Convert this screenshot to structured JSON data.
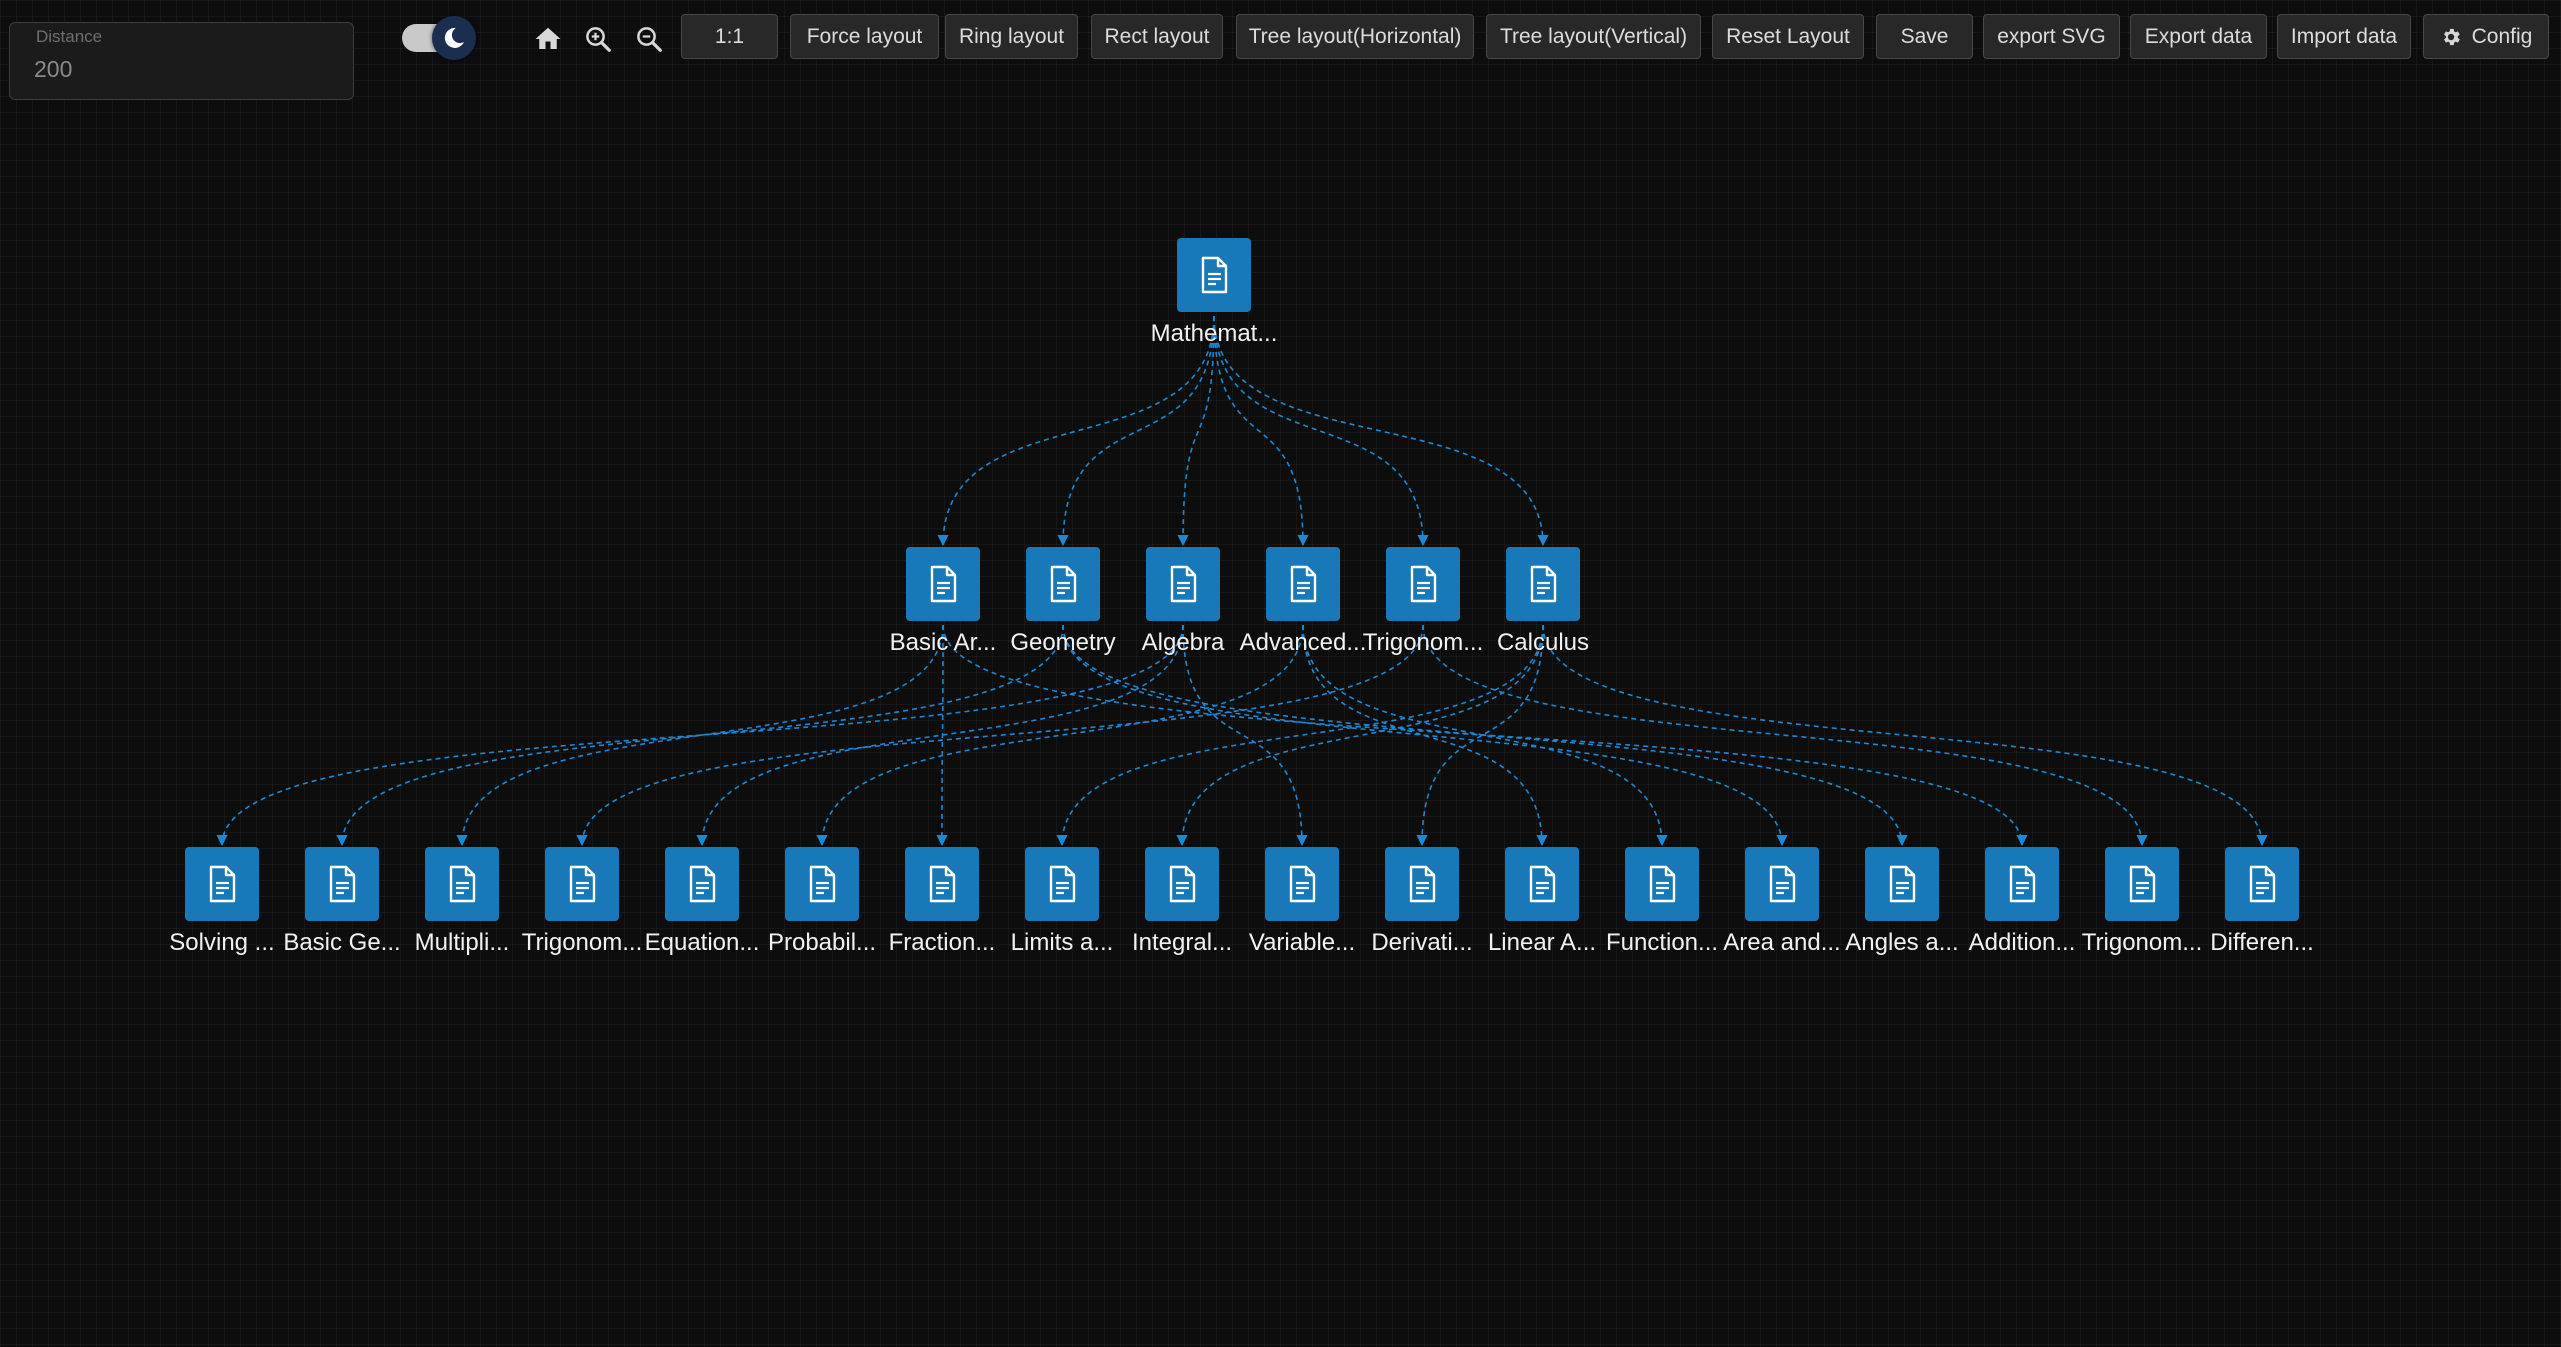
{
  "distance": {
    "label": "Distance",
    "value": "200"
  },
  "toolbar": {
    "one_to_one": "1:1",
    "force_layout": "Force layout",
    "ring_layout": "Ring layout",
    "rect_layout": "Rect layout",
    "tree_horizontal": "Tree layout(Horizontal)",
    "tree_vertical": "Tree layout(Vertical)",
    "reset_layout": "Reset Layout",
    "save": "Save",
    "export_svg": "export SVG",
    "export_data": "Export data",
    "import_data": "Import data",
    "config": "Config"
  },
  "icons": {
    "theme": "moon-icon",
    "home": "home-icon",
    "zoom_in": "zoom-in-icon",
    "zoom_out": "zoom-out-icon",
    "config": "gear-icon",
    "node": "document-icon"
  },
  "colors": {
    "background": "#0d0d0d",
    "node": "#1878b8",
    "edge": "#1e88d4",
    "toggle_knob": "#1a2e50"
  },
  "graph": {
    "nodes": [
      {
        "id": "n0",
        "label": "Mathemat..."
      },
      {
        "id": "n1",
        "label": "Basic Ar..."
      },
      {
        "id": "n2",
        "label": "Geometry"
      },
      {
        "id": "n3",
        "label": "Algebra"
      },
      {
        "id": "n4",
        "label": "Advanced..."
      },
      {
        "id": "n5",
        "label": "Trigonom..."
      },
      {
        "id": "n6",
        "label": "Calculus"
      },
      {
        "id": "c0",
        "label": "Solving ..."
      },
      {
        "id": "c1",
        "label": "Basic Ge..."
      },
      {
        "id": "c2",
        "label": "Multipli..."
      },
      {
        "id": "c3",
        "label": "Trigonom..."
      },
      {
        "id": "c4",
        "label": "Equation..."
      },
      {
        "id": "c5",
        "label": "Probabil..."
      },
      {
        "id": "c6",
        "label": "Fraction..."
      },
      {
        "id": "c7",
        "label": "Limits a..."
      },
      {
        "id": "c8",
        "label": "Integral..."
      },
      {
        "id": "c9",
        "label": "Variable..."
      },
      {
        "id": "c10",
        "label": "Derivati..."
      },
      {
        "id": "c11",
        "label": "Linear A..."
      },
      {
        "id": "c12",
        "label": "Function..."
      },
      {
        "id": "c13",
        "label": "Area and..."
      },
      {
        "id": "c14",
        "label": "Angles a..."
      },
      {
        "id": "c15",
        "label": "Addition..."
      },
      {
        "id": "c16",
        "label": "Trigonom..."
      },
      {
        "id": "c17",
        "label": "Differen..."
      }
    ],
    "edges": [
      [
        "n0",
        "n1"
      ],
      [
        "n0",
        "n2"
      ],
      [
        "n0",
        "n3"
      ],
      [
        "n0",
        "n4"
      ],
      [
        "n0",
        "n5"
      ],
      [
        "n0",
        "n6"
      ],
      [
        "n3",
        "c0"
      ],
      [
        "n2",
        "c1"
      ],
      [
        "n1",
        "c2"
      ],
      [
        "n5",
        "c3"
      ],
      [
        "n3",
        "c4"
      ],
      [
        "n4",
        "c5"
      ],
      [
        "n1",
        "c6"
      ],
      [
        "n6",
        "c7"
      ],
      [
        "n6",
        "c8"
      ],
      [
        "n3",
        "c9"
      ],
      [
        "n6",
        "c10"
      ],
      [
        "n4",
        "c11"
      ],
      [
        "n4",
        "c12"
      ],
      [
        "n2",
        "c13"
      ],
      [
        "n2",
        "c14"
      ],
      [
        "n1",
        "c15"
      ],
      [
        "n5",
        "c16"
      ],
      [
        "n6",
        "c17"
      ]
    ]
  }
}
